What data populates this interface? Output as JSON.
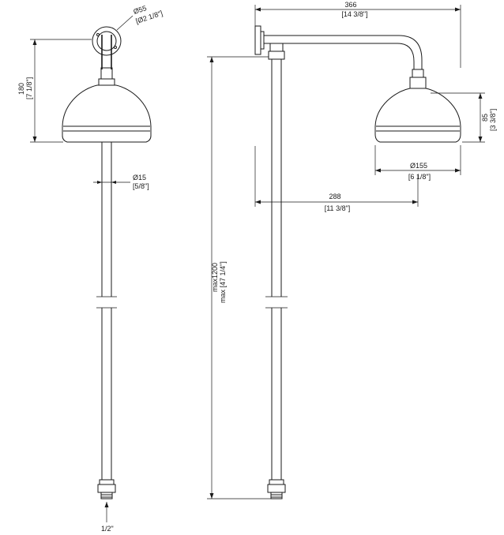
{
  "dimensions": {
    "flange_dia": "Ø55",
    "flange_dia_in": "[Ø2 1/8\"]",
    "head_height": "180",
    "head_height_in": "[7 1/8\"]",
    "pipe_dia": "Ø15",
    "pipe_dia_in": "[5/8\"]",
    "thread": "1/2\"",
    "total_height": "max1200",
    "total_height_in": "max [47 1/4\"]",
    "arm_width": "366",
    "arm_width_in": "[14 3/8\"]",
    "head_depth": "85",
    "head_depth_in": "[3 3/8\"]",
    "head_dia": "Ø155",
    "head_dia_in": "[6 1/8\"]",
    "arm_reach": "288",
    "arm_reach_in": "[11 3/8\"]"
  }
}
